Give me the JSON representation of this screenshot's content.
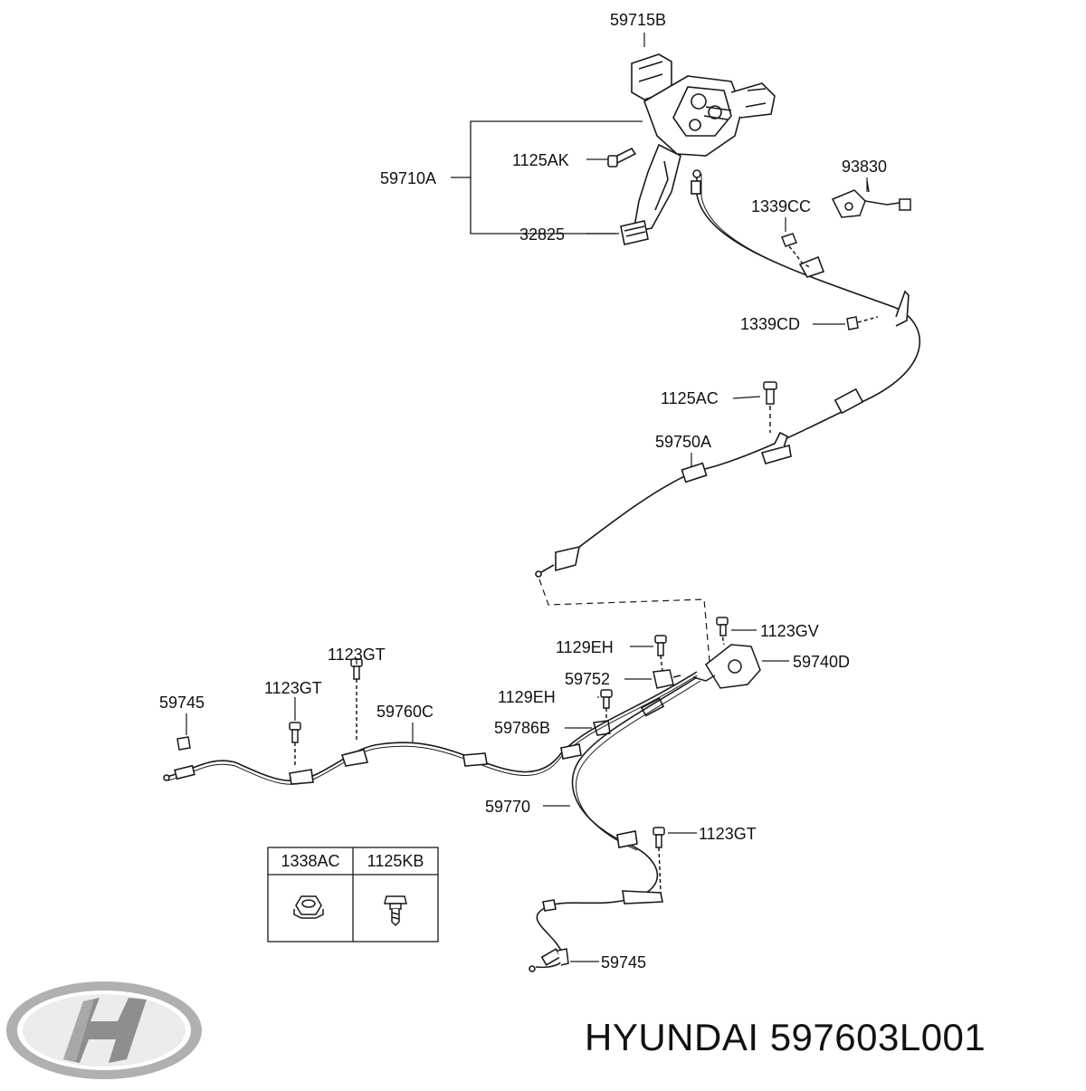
{
  "colors": {
    "line": "#1a1a1a",
    "part_fill": "#ffffff",
    "logo": "#9a9a9a"
  },
  "labels": {
    "l59715B": "59715B",
    "l59710A": "59710A",
    "l1125AK": "1125AK",
    "l32825": "32825",
    "l93830": "93830",
    "l1339CC": "1339CC",
    "l1339CD": "1339CD",
    "l1125AC": "1125AC",
    "l59750A": "59750A",
    "l1123GV": "1123GV",
    "l1129EH_top": "1129EH",
    "l59740D": "59740D",
    "l59752": "59752",
    "l1129EH_mid": "1129EH",
    "l59786B": "59786B",
    "l1123GT_a": "1123GT",
    "l1123GT_b": "1123GT",
    "l59745_left": "59745",
    "l59760C": "59760C",
    "l59770": "59770",
    "l1123GT_c": "1123GT",
    "l59745_bottom": "59745"
  },
  "legend_table": {
    "headers": [
      "1338AC",
      "1125KB"
    ],
    "icons": [
      "flange-nut-icon",
      "bolt-icon"
    ]
  },
  "footer": {
    "logo_icon": "hyundai-logo-icon",
    "part_caption": "HYUNDAI 597603L001"
  }
}
